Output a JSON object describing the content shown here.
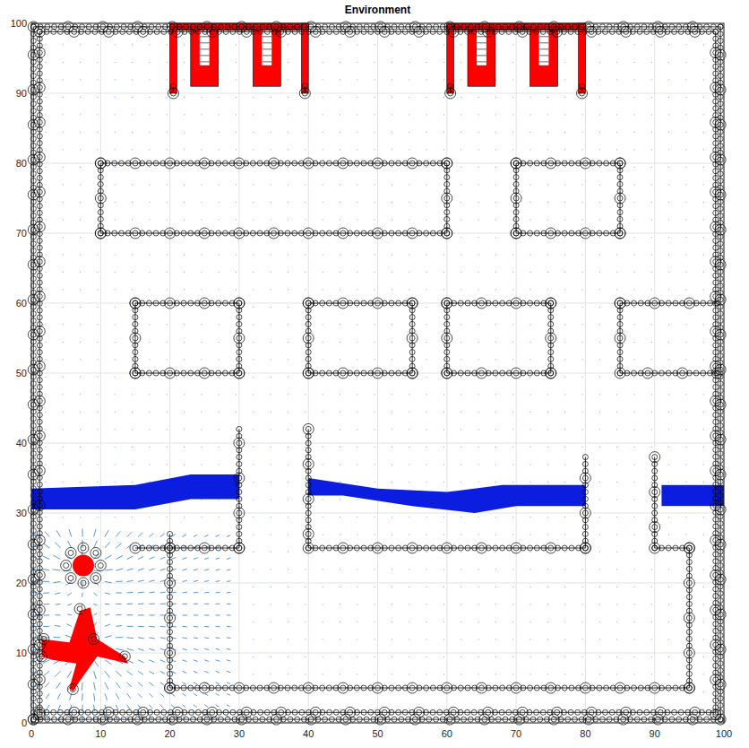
{
  "diagram": {
    "title": "Environment",
    "labels": [
      "0",
      "10",
      "20",
      "30",
      "40",
      "50",
      "60",
      "70",
      "80",
      "90",
      "100",
      "0",
      "10",
      "20",
      "30",
      "40",
      "50",
      "60",
      "70",
      "80",
      "90",
      "100"
    ]
  }
}
